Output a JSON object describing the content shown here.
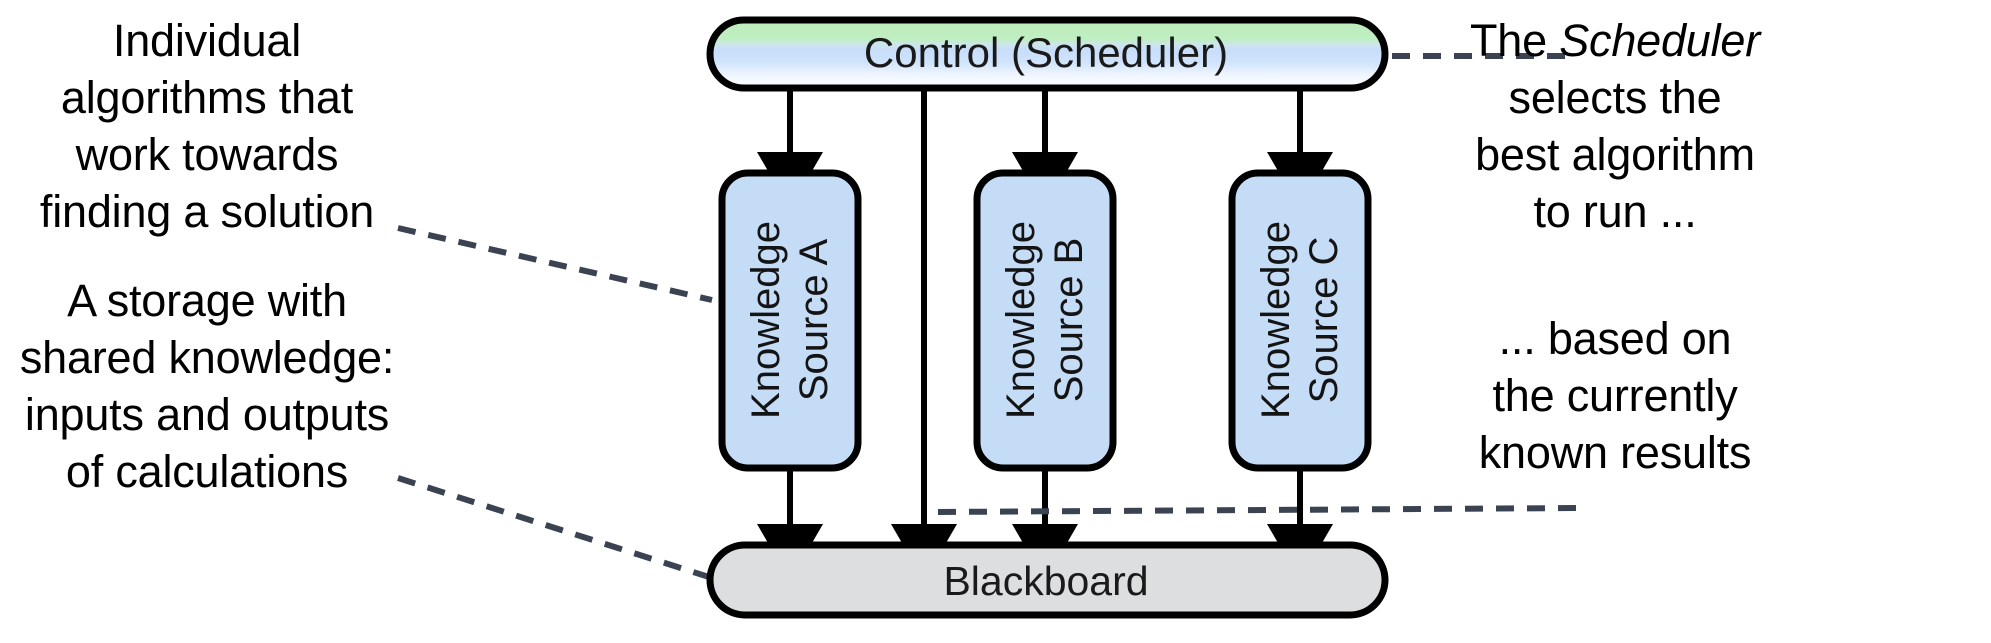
{
  "diagram": {
    "title": "Blackboard architectural pattern",
    "nodes": {
      "control": {
        "label": "Control (Scheduler)",
        "shape": "rounded-pill",
        "fill_top": "#BDEEBD",
        "fill_mid": "#C7DDFA",
        "fill_bottom": "#FFFFFF",
        "stroke": "#000000"
      },
      "knowledge_source_a": {
        "label": "Knowledge\nSource A",
        "shape": "rounded-rect",
        "fill": "#C5DCF7",
        "stroke": "#000000",
        "orientation": "vertical"
      },
      "knowledge_source_b": {
        "label": "Knowledge\nSource B",
        "shape": "rounded-rect",
        "fill": "#C5DCF7",
        "stroke": "#000000",
        "orientation": "vertical"
      },
      "knowledge_source_c": {
        "label": "Knowledge\nSource C",
        "shape": "rounded-rect",
        "fill": "#C5DCF7",
        "stroke": "#000000",
        "orientation": "vertical"
      },
      "blackboard": {
        "label": "Blackboard",
        "shape": "rounded-pill",
        "fill": "#DCDEE0",
        "stroke": "#000000"
      }
    },
    "edges": [
      {
        "from": "control",
        "to": "knowledge_source_a",
        "style": "solid-arrow"
      },
      {
        "from": "control",
        "to": "knowledge_source_b",
        "style": "solid-arrow"
      },
      {
        "from": "control",
        "to": "knowledge_source_c",
        "style": "solid-arrow"
      },
      {
        "from": "control",
        "to": "blackboard",
        "style": "solid-arrow"
      },
      {
        "from": "knowledge_source_a",
        "to": "blackboard",
        "style": "solid-arrow"
      },
      {
        "from": "knowledge_source_b",
        "to": "blackboard",
        "style": "solid-arrow"
      },
      {
        "from": "knowledge_source_c",
        "to": "blackboard",
        "style": "solid-arrow"
      }
    ],
    "callouts": [
      {
        "id": "algorithms",
        "side": "left",
        "text": "Individual\nalgorithms that\nwork towards\nfinding a solution",
        "targets": "knowledge_source_a",
        "connector": "dashed"
      },
      {
        "id": "storage",
        "side": "left",
        "text": "A storage with\nshared knowledge:\ninputs and outputs\nof calculations",
        "targets": "blackboard",
        "connector": "dashed"
      },
      {
        "id": "scheduler",
        "side": "right",
        "text_before": "The ",
        "text_emphasis": "Scheduler",
        "text_after": "\nselects the\nbest algorithm\nto run ...",
        "targets": "control",
        "connector": "dashed"
      },
      {
        "id": "results",
        "side": "right",
        "text": "... based on\nthe currently\nknown results",
        "targets": "blackboard",
        "connector": "dashed"
      }
    ],
    "colors": {
      "dashed_connector": "#3B4352",
      "arrow": "#000000",
      "knowledge_source_fill": "#C5DCF7",
      "blackboard_fill": "#DCDEE0",
      "control_gradient_green": "#BDEEBD",
      "control_gradient_blue": "#C7DDFA",
      "background": "#FFFFFF"
    }
  }
}
